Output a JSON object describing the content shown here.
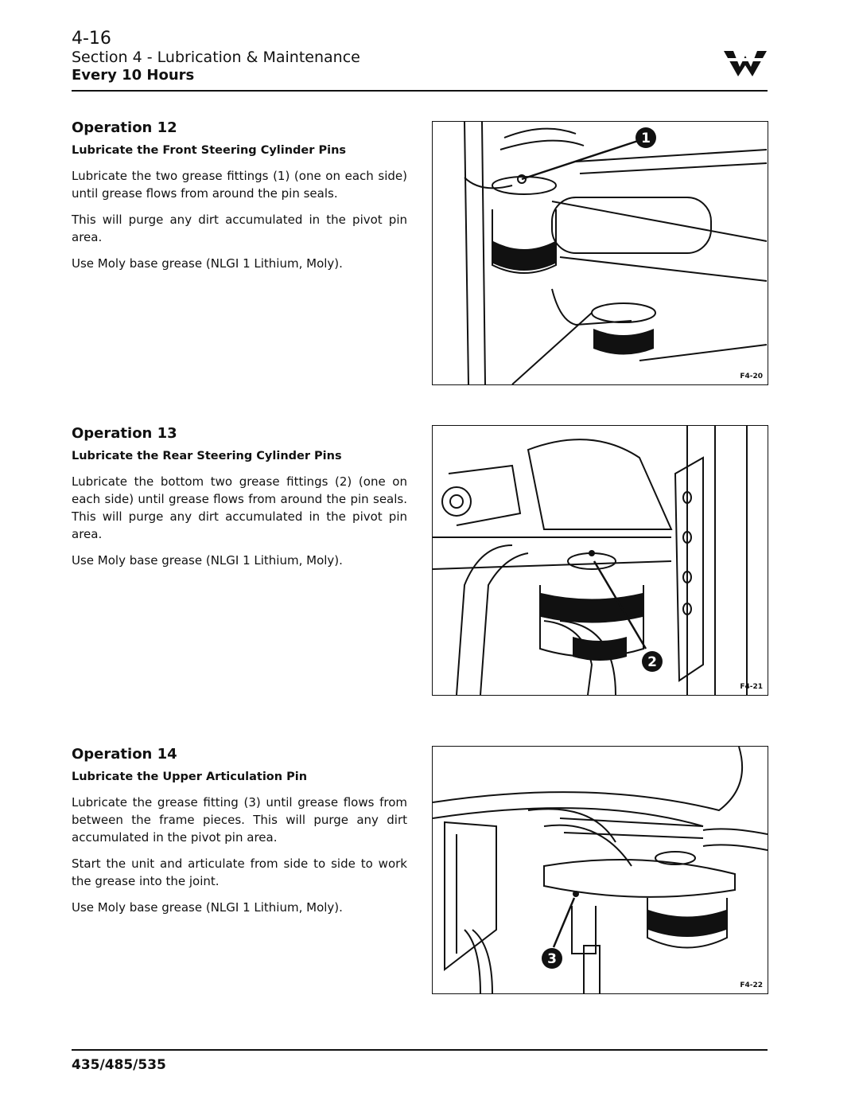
{
  "header": {
    "page_number": "4-16",
    "section": "Section 4 - Lubrication & Maintenance",
    "interval": "Every 10 Hours"
  },
  "operations": [
    {
      "title": "Operation 12",
      "subtitle": "Lubricate the Front Steering Cylinder Pins",
      "paragraphs": [
        "Lubricate the two grease fittings (1) (one on each side) until grease flows from around the pin seals.",
        "This will purge any dirt accumulated in the pivot pin area.",
        "Use Moly base grease (NLGI 1 Lithium, Moly)."
      ],
      "figure": {
        "callout": "1",
        "label": "F4-20"
      }
    },
    {
      "title": "Operation 13",
      "subtitle": "Lubricate the Rear Steering Cylinder Pins",
      "paragraphs": [
        "Lubricate the bottom two grease fittings (2) (one on each side) until grease flows from around the pin seals. This will purge any dirt accumulated in the pivot pin area.",
        "Use Moly base grease (NLGI 1 Lithium, Moly)."
      ],
      "figure": {
        "callout": "2",
        "label": "F4-21"
      }
    },
    {
      "title": "Operation 14",
      "subtitle": "Lubricate the Upper Articulation Pin",
      "paragraphs": [
        "Lubricate the grease fitting (3) until grease flows from between the frame pieces. This will purge any dirt accumulated in the pivot pin area.",
        "Start the unit and articulate from side to side to work the grease into the joint.",
        "Use Moly base grease (NLGI 1 Lithium, Moly)."
      ],
      "figure": {
        "callout": "3",
        "label": "F4-22"
      }
    }
  ],
  "footer": {
    "model": "435/485/535"
  }
}
